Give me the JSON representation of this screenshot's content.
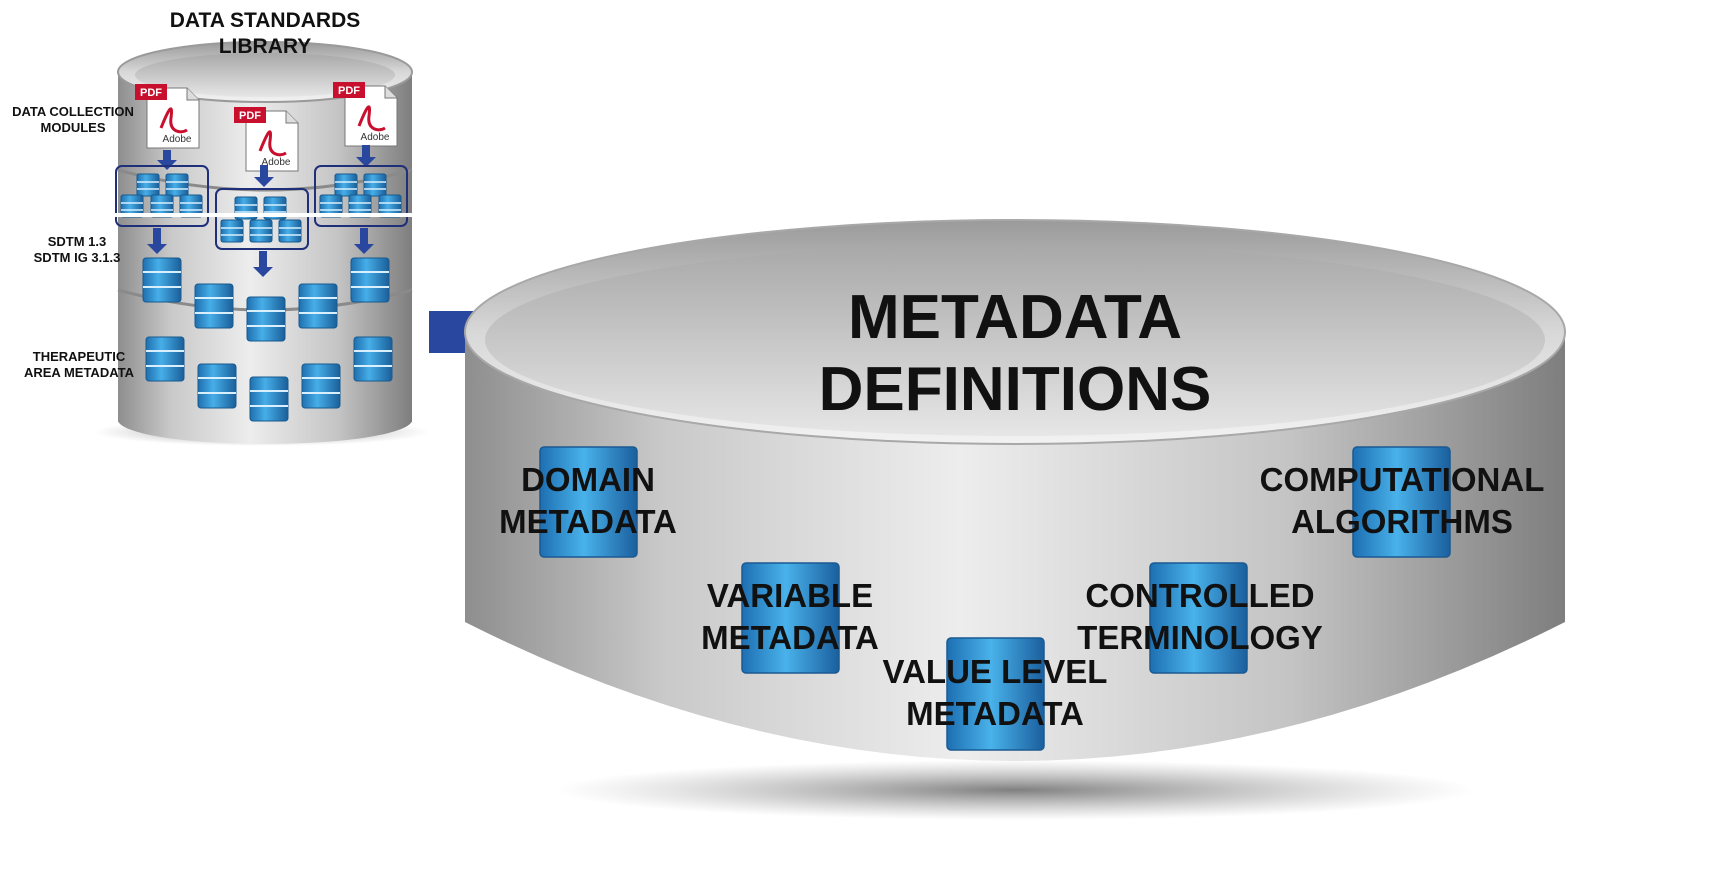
{
  "library": {
    "title": "DATA STANDARDS\nLIBRARY",
    "layer_labels": {
      "data_collection": "DATA COLLECTION\nMODULES",
      "sdtm": "SDTM 1.3\nSDTM IG 3.1.3",
      "therapeutic": "THERAPEUTIC\nAREA METADATA"
    },
    "pdf_badge": "PDF",
    "pdf_brand": "Adobe"
  },
  "metadata": {
    "title": "METADATA\nDEFINITIONS",
    "items": {
      "domain": "DOMAIN\nMETADATA",
      "variable": "VARIABLE\nMETADATA",
      "value_level": "VALUE LEVEL\nMETADATA",
      "controlled": "CONTROLLED\nTERMINOLOGY",
      "computational": "COMPUTATIONAL\nALGORITHMS"
    }
  },
  "colors": {
    "cylinder_gray": "#bfbfbf",
    "arrow_blue": "#2a47a0",
    "db_blue": "#2e8fcf",
    "pdf_red": "#c8102e"
  }
}
